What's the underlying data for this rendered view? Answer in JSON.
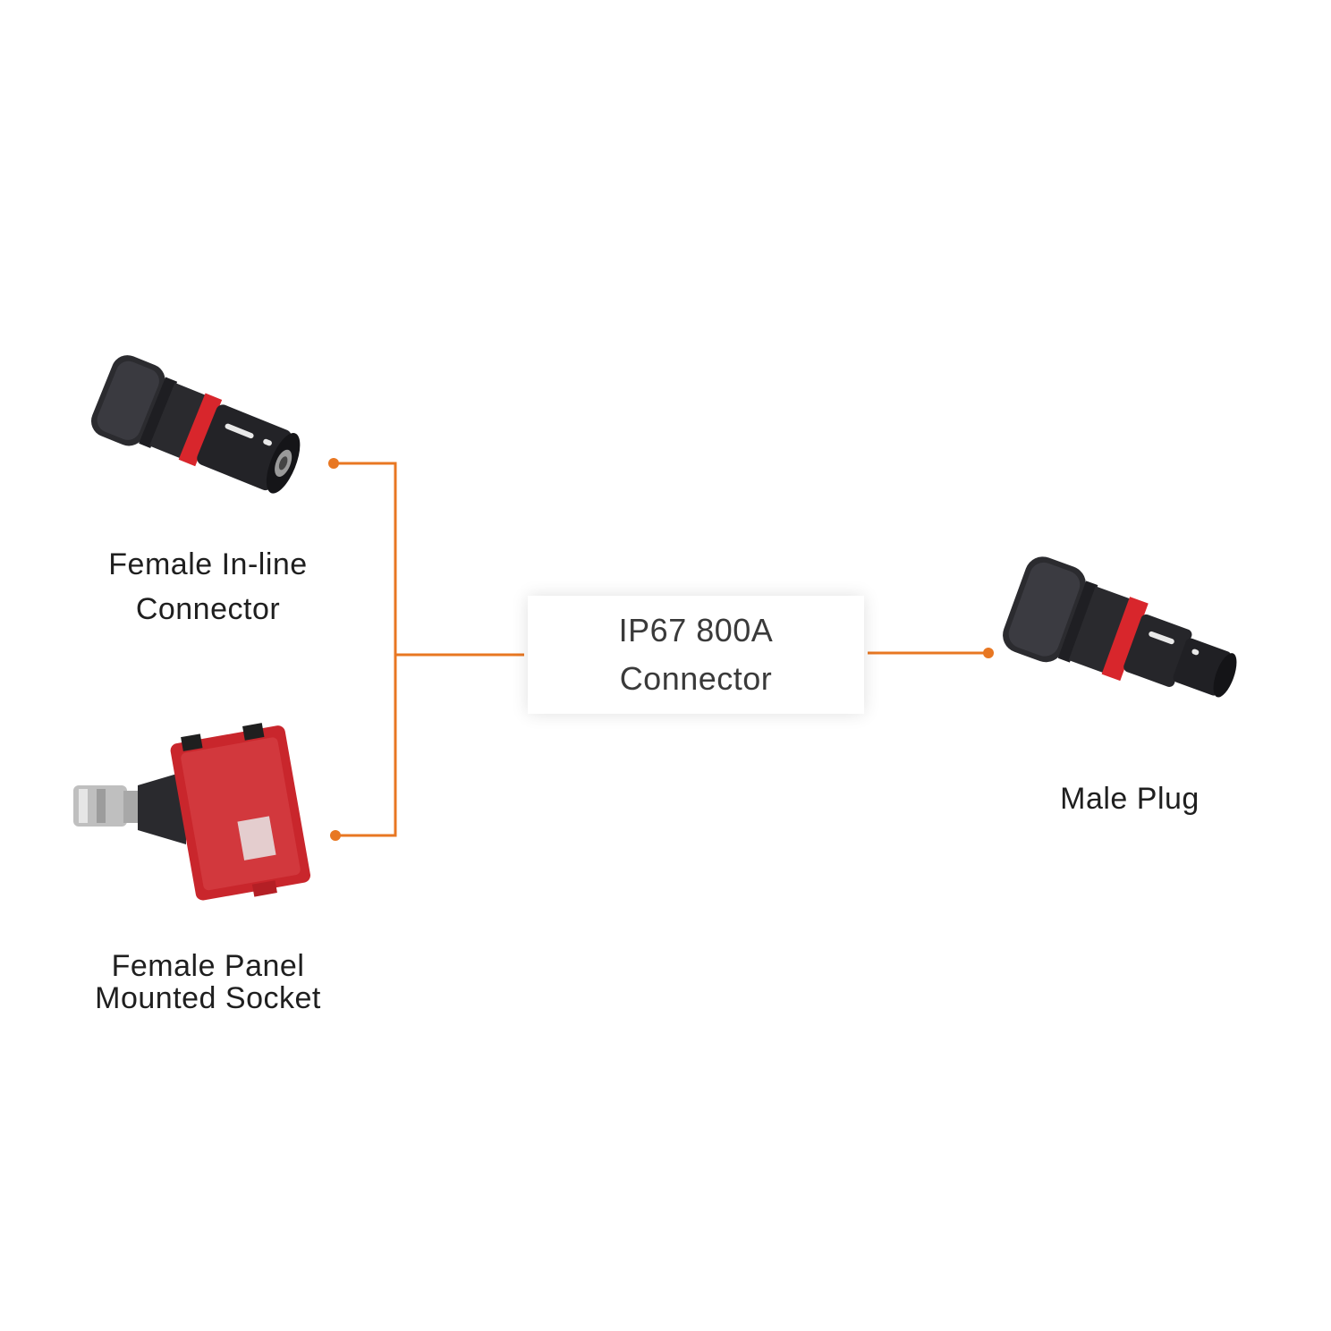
{
  "products": {
    "female_inline": {
      "line1": "Female In-line",
      "line2": "Connector"
    },
    "female_panel": {
      "line1": "Female Panel",
      "line2": "Mounted Socket"
    },
    "male_plug": {
      "line1": "Male Plug"
    }
  },
  "center": {
    "line1": "IP67 800A",
    "line2": "Connector"
  },
  "colors": {
    "connector_line": "#E87722",
    "accent_red": "#D8262C",
    "body_black": "#222222"
  }
}
